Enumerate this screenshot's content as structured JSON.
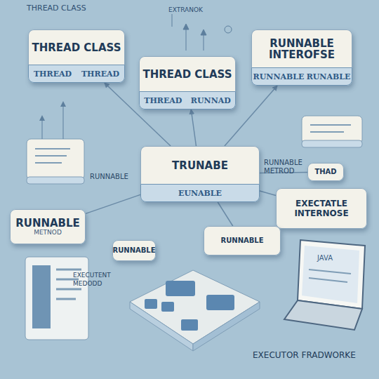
{
  "diagram": {
    "title": "THREAD CLASS",
    "nodes": [
      {
        "text": [
          "THREAD CLASS",
          "THREAD",
          "THREAD"
        ]
      },
      {
        "text": [
          "THREAD CLASS",
          "THREAD",
          "RUNNAD"
        ]
      },
      {
        "text": [
          "RUNNABLE INTEROFSE",
          "RUNNABLE",
          "RUNABLE"
        ]
      },
      {
        "text": [
          "TRUNABE",
          "EUNABLE"
        ]
      },
      {
        "text": [
          "THAD"
        ]
      },
      {
        "text": [
          "EXECTATLE INTERNOSE"
        ]
      },
      {
        "text": [
          "RUNNABLE",
          "METNOD"
        ]
      },
      {
        "text": [
          "RUNNABLE"
        ]
      },
      {
        "text": [
          "RUNNABLE"
        ]
      }
    ],
    "edges": [
      {
        "from": 3,
        "to": 0,
        "arrow": "to"
      },
      {
        "from": 3,
        "to": 1,
        "arrow": "to"
      },
      {
        "from": 3,
        "to": 2,
        "arrow": "to"
      },
      {
        "from": 6,
        "to": 3,
        "arrow": "none"
      },
      {
        "from": 3,
        "to": 7,
        "arrow": "none"
      },
      {
        "from": 3,
        "to": 5,
        "arrow": "none"
      },
      {
        "from": 3,
        "to": 4,
        "arrow": "none"
      }
    ],
    "labels": [
      "EXTRANOK",
      "RUNNABLE",
      "RUNNABLE METROD",
      "EXECUTENT MEDODD",
      "JAVA",
      "EXECUTOR FRADWORKE"
    ]
  }
}
